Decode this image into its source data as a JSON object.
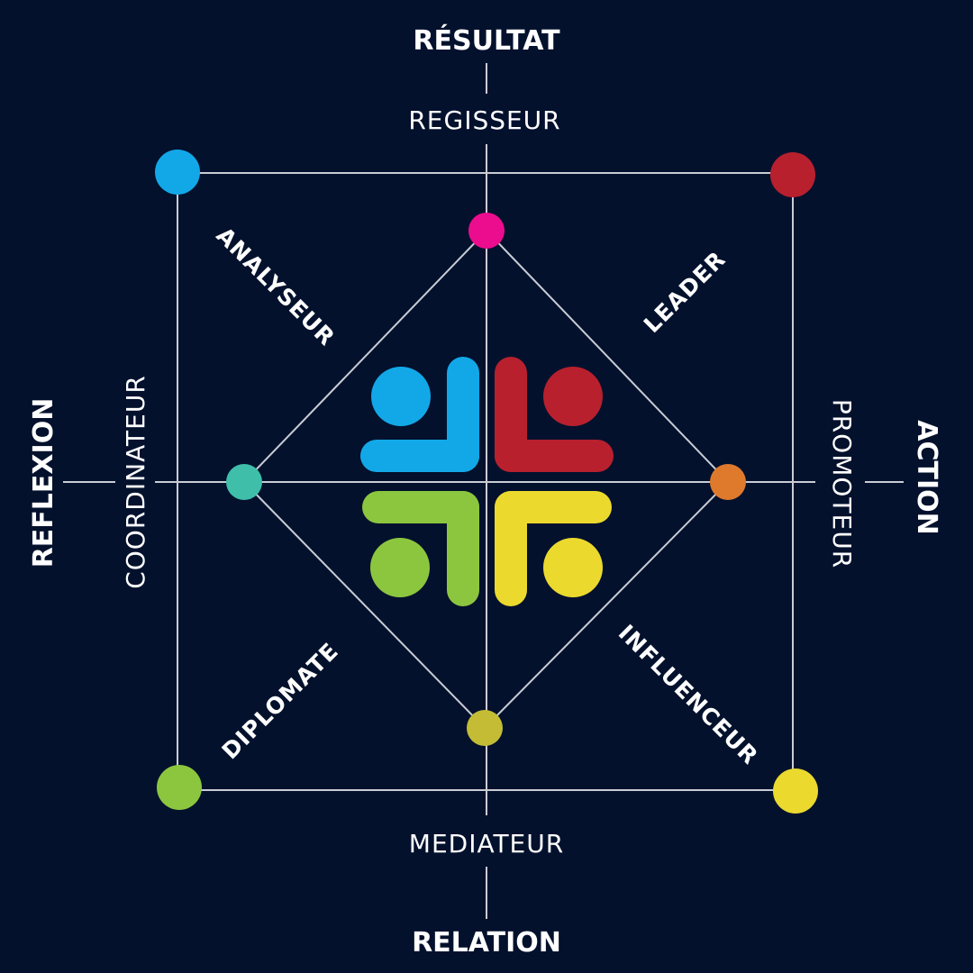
{
  "axes": {
    "top": "RÉSULTAT",
    "bottom": "RELATION",
    "left": "REFLEXION",
    "right": "ACTION"
  },
  "roles": {
    "top": "REGISSEUR",
    "bottom": "MEDIATEUR",
    "left": "COORDINATEUR",
    "right": "PROMOTEUR",
    "top_left": "ANALYSEUR",
    "top_right": "LEADER",
    "bottom_left": "DIPLOMATE",
    "bottom_right": "INFLUENCEUR"
  },
  "colors": {
    "background": "#03112d",
    "blue": "#12a8e8",
    "red": "#b8202e",
    "green": "#8cc63f",
    "yellow": "#ebd92e",
    "magenta": "#ec0c8e",
    "teal": "#3fbfaa",
    "orange": "#df7a2c",
    "olive": "#c4bc35",
    "line": "#c9ccd4"
  }
}
